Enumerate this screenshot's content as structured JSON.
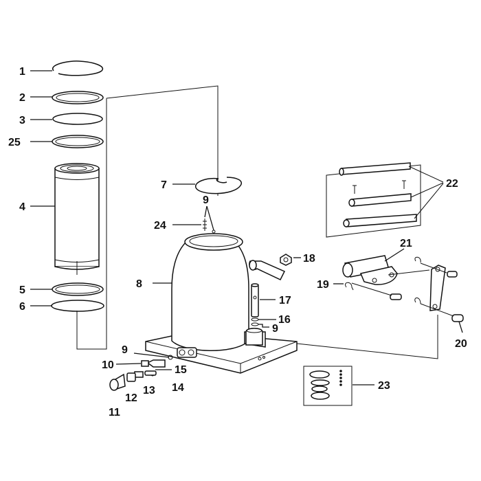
{
  "diagram": {
    "callouts": [
      {
        "id": "c1",
        "text": "1"
      },
      {
        "id": "c2",
        "text": "2"
      },
      {
        "id": "c3",
        "text": "3"
      },
      {
        "id": "c25",
        "text": "25"
      },
      {
        "id": "c4",
        "text": "4"
      },
      {
        "id": "c5",
        "text": "5"
      },
      {
        "id": "c6",
        "text": "6"
      },
      {
        "id": "c7",
        "text": "7"
      },
      {
        "id": "c9a",
        "text": "9"
      },
      {
        "id": "c24",
        "text": "24"
      },
      {
        "id": "c8",
        "text": "8"
      },
      {
        "id": "c18",
        "text": "18"
      },
      {
        "id": "c17",
        "text": "17"
      },
      {
        "id": "c16",
        "text": "16"
      },
      {
        "id": "c9b",
        "text": "9"
      },
      {
        "id": "c9c",
        "text": "9"
      },
      {
        "id": "c10",
        "text": "10"
      },
      {
        "id": "c15",
        "text": "15"
      },
      {
        "id": "c14",
        "text": "14"
      },
      {
        "id": "c13",
        "text": "13"
      },
      {
        "id": "c12",
        "text": "12"
      },
      {
        "id": "c11",
        "text": "11"
      },
      {
        "id": "c22",
        "text": "22"
      },
      {
        "id": "c21",
        "text": "21"
      },
      {
        "id": "c19",
        "text": "19"
      },
      {
        "id": "c20",
        "text": "20"
      },
      {
        "id": "c23",
        "text": "23"
      }
    ]
  }
}
